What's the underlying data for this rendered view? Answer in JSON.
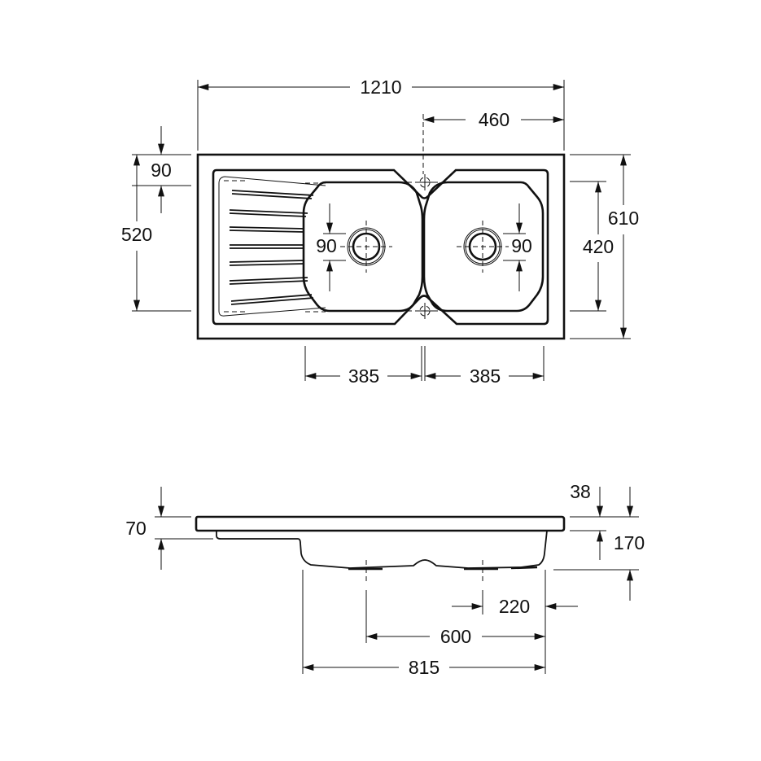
{
  "drawing": {
    "top_view": {
      "overall_width": "1210",
      "bowl_offset_right": "460",
      "rim_to_drainboard": "90",
      "inner_depth": "520",
      "overall_depth": "610",
      "bowl_depth": "420",
      "drain_left": "90",
      "drain_right": "90",
      "bowl_left_width": "385",
      "bowl_right_width": "385"
    },
    "side_view": {
      "drainboard_depth": "70",
      "rim_thickness": "38",
      "bowl_depth": "170",
      "drain_to_edge": "220",
      "drain_spacing": "600",
      "bowls_width": "815"
    }
  }
}
